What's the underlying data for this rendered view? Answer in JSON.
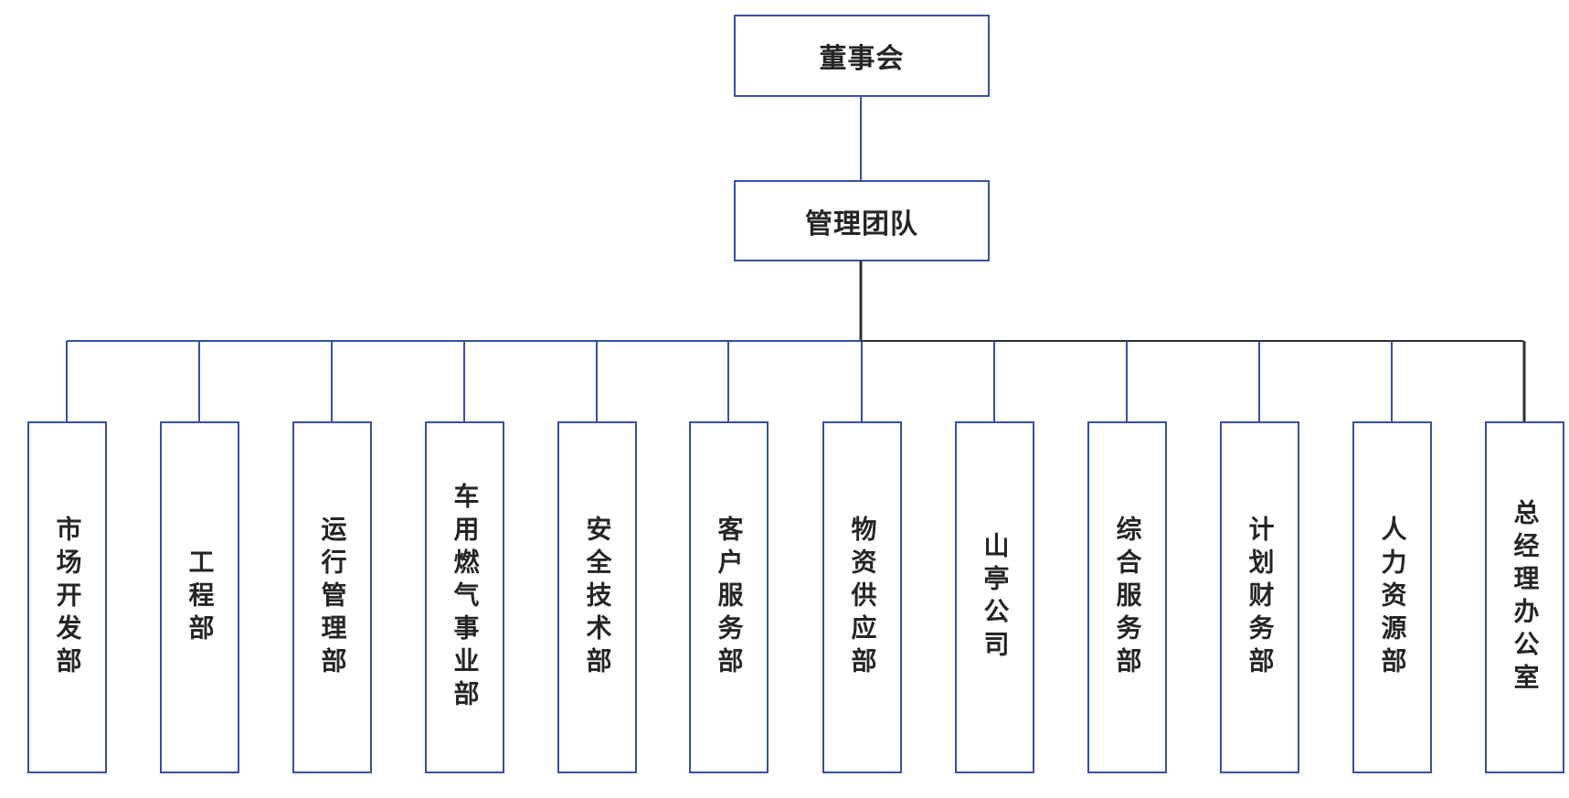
{
  "org_chart": {
    "board": "董事会",
    "management": "管理团队",
    "departments": [
      "市场开发部",
      "工程部",
      "运行管理部",
      "车用燃气事业部",
      "安全技术部",
      "客户服务部",
      "物资供应部",
      "山亭公司",
      "综合服务部",
      "计划财务部",
      "人力资源部",
      "总经理办公室"
    ]
  },
  "colors": {
    "box_border": "#3a4fa3",
    "connector_blue": "#3a4fa3",
    "connector_dark": "#2b2f36",
    "text": "#262626"
  }
}
